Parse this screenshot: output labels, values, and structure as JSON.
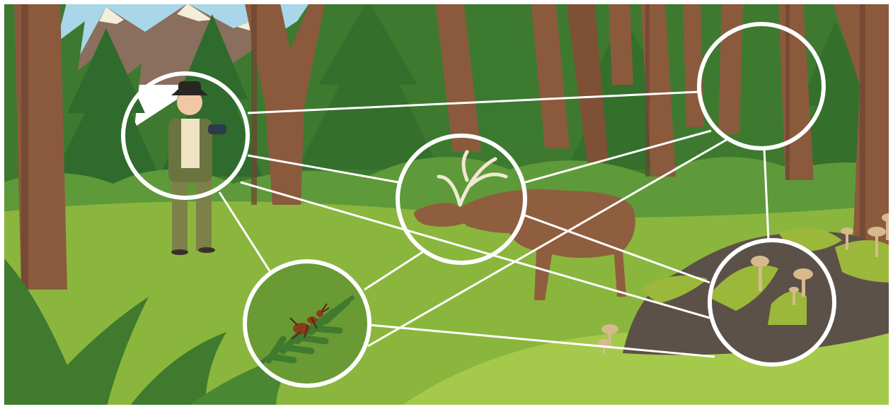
{
  "scene": {
    "type": "illustration",
    "palette": {
      "sky": "#a9d6e8",
      "mountain": "#8a6e5e",
      "snow": "#f3eed9",
      "forest_dark": "#2f6b2c",
      "forest_mid": "#4e8b35",
      "meadow": "#8ab63d",
      "meadow_light": "#a5c94a",
      "trunk": "#8b5a3c",
      "trunk_dark": "#6e4330",
      "rock": "#5c5148",
      "moss": "#9cb83a",
      "mushroom": "#d8b98e",
      "deer": "#8f5e3e",
      "antler": "#f2e8d2",
      "ring": "#ffffff",
      "ranger_vest": "#6a7440",
      "ranger_shirt": "#efe3c4",
      "ranger_hat": "#2a2622",
      "ant": "#8a3c1e"
    },
    "nodes": [
      {
        "id": "ranger",
        "icon": "ranger-icon"
      },
      {
        "id": "canopy",
        "icon": "tree-canopy-icon"
      },
      {
        "id": "deer",
        "icon": "deer-icon"
      },
      {
        "id": "ant",
        "icon": "ant-icon"
      },
      {
        "id": "mushrooms",
        "icon": "mushroom-icon"
      }
    ],
    "connections": [
      [
        "ranger",
        "canopy"
      ],
      [
        "ranger",
        "deer"
      ],
      [
        "ranger",
        "ant"
      ],
      [
        "ranger",
        "mushrooms"
      ],
      [
        "deer",
        "canopy"
      ],
      [
        "deer",
        "ant"
      ],
      [
        "deer",
        "mushrooms"
      ],
      [
        "ant",
        "canopy"
      ],
      [
        "ant",
        "mushrooms"
      ],
      [
        "canopy",
        "mushrooms"
      ]
    ]
  }
}
